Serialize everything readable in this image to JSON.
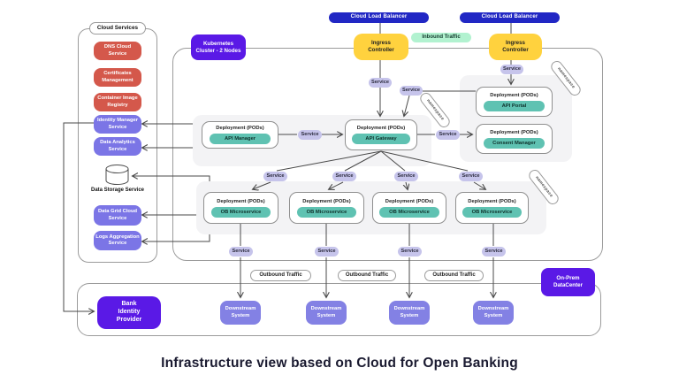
{
  "title": "Infrastructure view based on Cloud for Open Banking",
  "palette": {
    "red": "#D4584B",
    "purple": "#7B75E6",
    "downstream_purple": "#8381E4",
    "vivid_purple": "#5A19E6",
    "blue": "#2127C4",
    "yellow": "#FFD23E",
    "mint": "#B2F2D0",
    "lavender": "#C6C4EB",
    "teal": "#5FC2B2"
  },
  "labels": {
    "cloud_load_balancer": "Cloud Load Balancer",
    "inbound_traffic": "Inbound Traffic",
    "ingress_controller": "Ingress\nController",
    "service": "Service",
    "namespace": "namespace",
    "deployment_pods": "Deployment (PODs)",
    "api_manager": "API Manager",
    "api_gateway": "API Gateway",
    "api_portal": "API Portal",
    "consent_manager": "Consent Manager",
    "ob_microservice": "OB Microservice",
    "outbound_traffic": "Outbound Traffic",
    "downstream_system": "Downstream\nSystem",
    "kubernetes_cluster": "Kubernetes\nCluster - 2 Nodes",
    "on_prem_datacenter": "On-Prem\nDataCenter",
    "bank_identity_provider": "Bank\nIdentity\nProvider"
  },
  "sidebar": {
    "title": "Cloud Services",
    "items": [
      "DNS Cloud\nService",
      "Certificates\nManagement",
      "Container Image\nRegistry",
      "Identity Manager\nService",
      "Data Analytics\nService"
    ],
    "storage_label": "Data Storage Service",
    "items_lower": [
      "Data Grid Cloud\nService",
      "Logs Aggregation\nService"
    ]
  }
}
